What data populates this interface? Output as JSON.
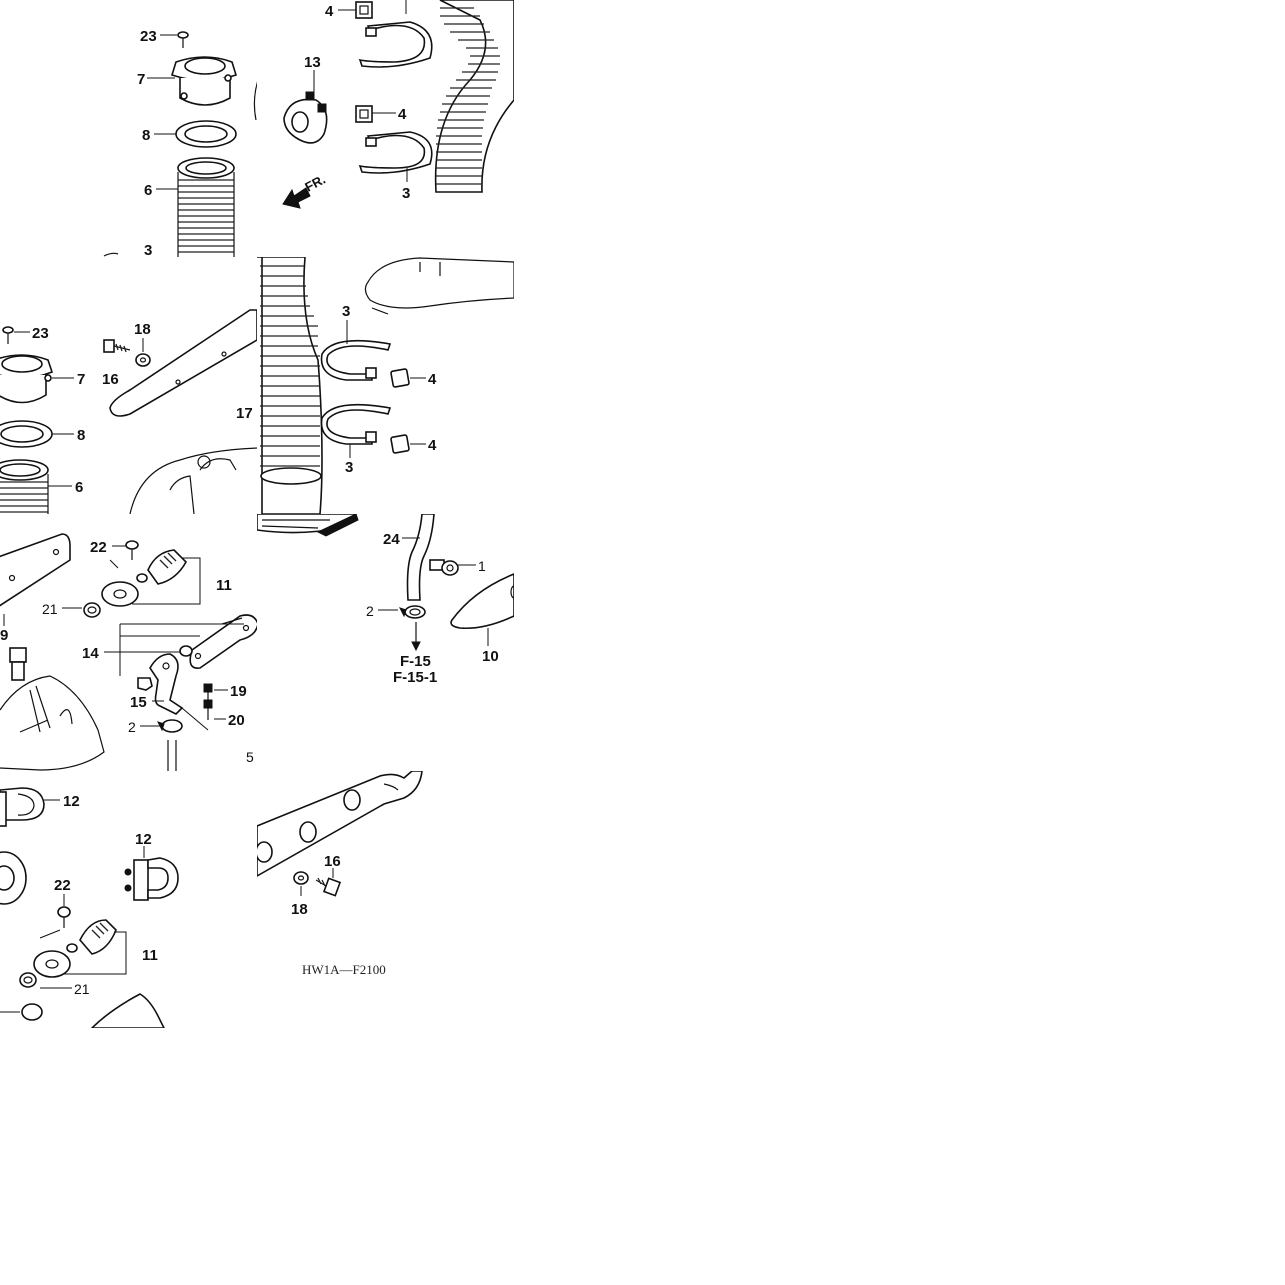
{
  "diagram": {
    "drawing_code": "HW1A—F2100",
    "direction_label": "FR.",
    "references": [
      "F-15",
      "F-15-1"
    ],
    "callouts": {
      "p1": {
        "n23": "23",
        "n7": "7",
        "n8": "8",
        "n6": "6",
        "n3": "3"
      },
      "p2": {
        "n4a": "4",
        "n13": "13",
        "n4b": "4",
        "n3": "3"
      },
      "p3": {
        "n23": "23",
        "n7": "7",
        "n8": "8",
        "n6": "6",
        "n16": "16",
        "n18": "18",
        "n17": "17"
      },
      "p4": {
        "n3a": "3",
        "n4a": "4",
        "n3b": "3",
        "n4b": "4"
      },
      "p5": {
        "n22": "22",
        "n11": "11",
        "n21": "21",
        "n9": "9",
        "n14": "14",
        "n15": "15",
        "n19": "19",
        "n20": "20",
        "n2": "2",
        "n5": "5"
      },
      "p6": {
        "n24": "24",
        "n1": "1",
        "n2": "2",
        "n10": "10"
      },
      "p7": {
        "n12a": "12",
        "n12b": "12",
        "n22": "22",
        "n11": "11",
        "n21": "21"
      },
      "p8": {
        "n16": "16",
        "n18": "18"
      }
    }
  }
}
